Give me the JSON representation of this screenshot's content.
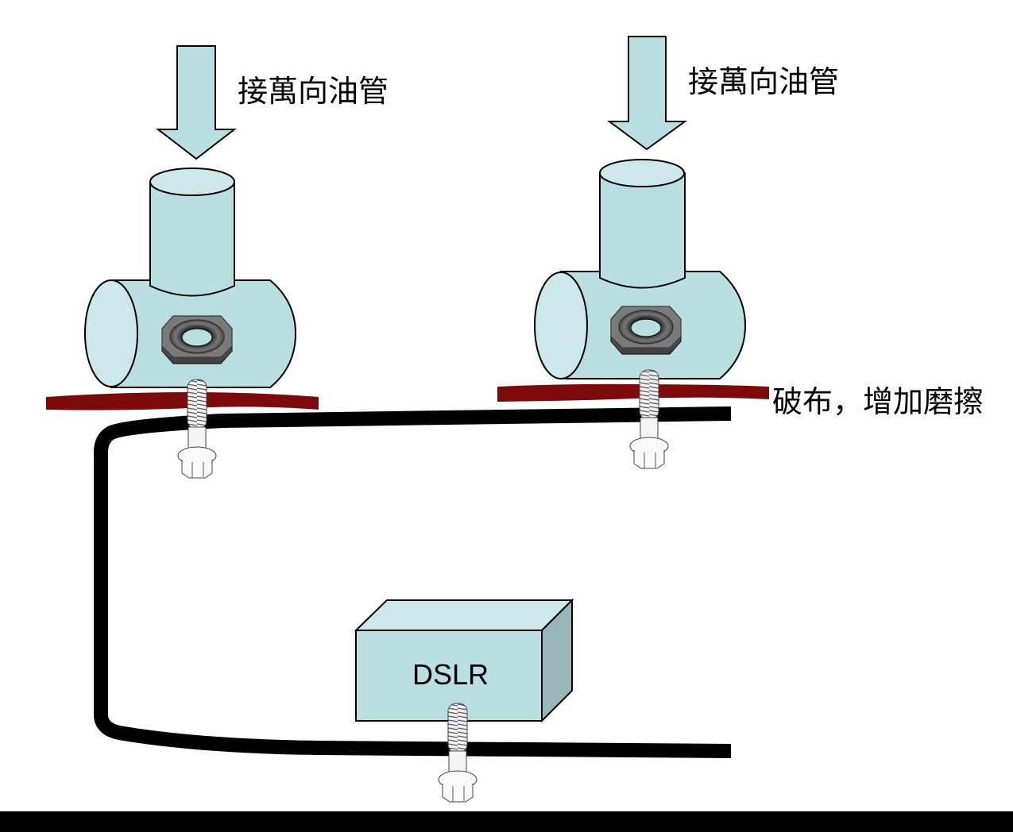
{
  "diagram": {
    "title": "",
    "labels": {
      "left_arrow": "接萬向油管",
      "right_arrow": "接萬向油管",
      "cloth": "破布，增加磨擦",
      "box": "DSLR"
    },
    "colors": {
      "fitting_fill": "#b9dfe3",
      "fitting_face": "#cce8eb",
      "box_side": "#98b6b8",
      "cloth": "#7d0a0a",
      "rail": "#000000",
      "background": "#ffffff"
    },
    "components": [
      {
        "id": "left-fitting",
        "type": "t-pipe-fitting",
        "annotation": "接萬向油管"
      },
      {
        "id": "right-fitting",
        "type": "t-pipe-fitting",
        "annotation": "接萬向油管"
      },
      {
        "id": "left-bolt",
        "type": "flange-bolt"
      },
      {
        "id": "right-bolt",
        "type": "flange-bolt"
      },
      {
        "id": "dslr-bolt",
        "type": "flange-bolt"
      },
      {
        "id": "rail",
        "type": "c-shaped-bar"
      },
      {
        "id": "cloth-strips",
        "type": "friction-cloth",
        "annotation": "破布，增加磨擦"
      },
      {
        "id": "dslr-box",
        "type": "box",
        "annotation": "DSLR"
      }
    ]
  }
}
